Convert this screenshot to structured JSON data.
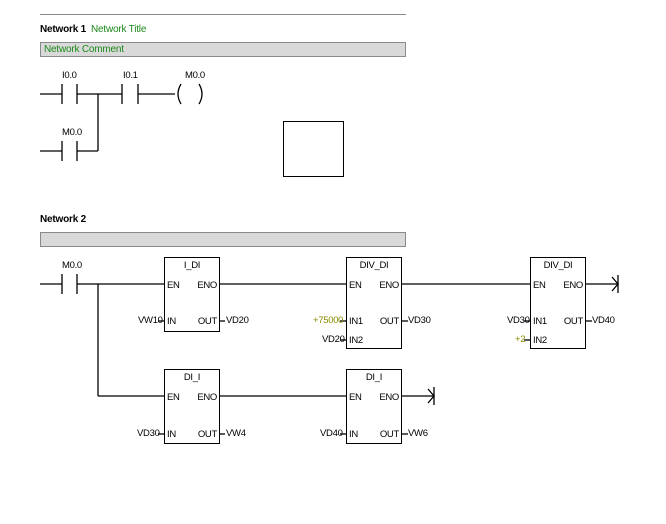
{
  "network1": {
    "label": "Network 1",
    "title": "Network Title",
    "comment": "Network Comment",
    "contacts": {
      "c1": "I0.0",
      "c2": "I0.1",
      "c3": "M0.0"
    },
    "coil": "M0.0"
  },
  "network2": {
    "label": "Network 2",
    "contact": "M0.0",
    "block1": {
      "name": "I_DI",
      "en": "EN",
      "eno": "ENO",
      "in_pin": "IN",
      "out_pin": "OUT",
      "in_val": "VW10",
      "out_val": "VD20"
    },
    "block2": {
      "name": "DIV_DI",
      "en": "EN",
      "eno": "ENO",
      "in1_pin": "IN1",
      "in2_pin": "IN2",
      "out_pin": "OUT",
      "in1_val": "+75000",
      "in2_val": "VD20",
      "out_val": "VD30"
    },
    "block3": {
      "name": "DIV_DI",
      "en": "EN",
      "eno": "ENO",
      "in1_pin": "IN1",
      "in2_pin": "IN2",
      "out_pin": "OUT",
      "in1_val": "VD30",
      "in2_val": "+2",
      "out_val": "VD40"
    },
    "block4": {
      "name": "DI_I",
      "en": "EN",
      "eno": "ENO",
      "in_pin": "IN",
      "out_pin": "OUT",
      "in_val": "VD30",
      "out_val": "VW4"
    },
    "block5": {
      "name": "DI_I",
      "en": "EN",
      "eno": "ENO",
      "in_pin": "IN",
      "out_pin": "OUT",
      "in_val": "VD40",
      "out_val": "VW6"
    }
  }
}
